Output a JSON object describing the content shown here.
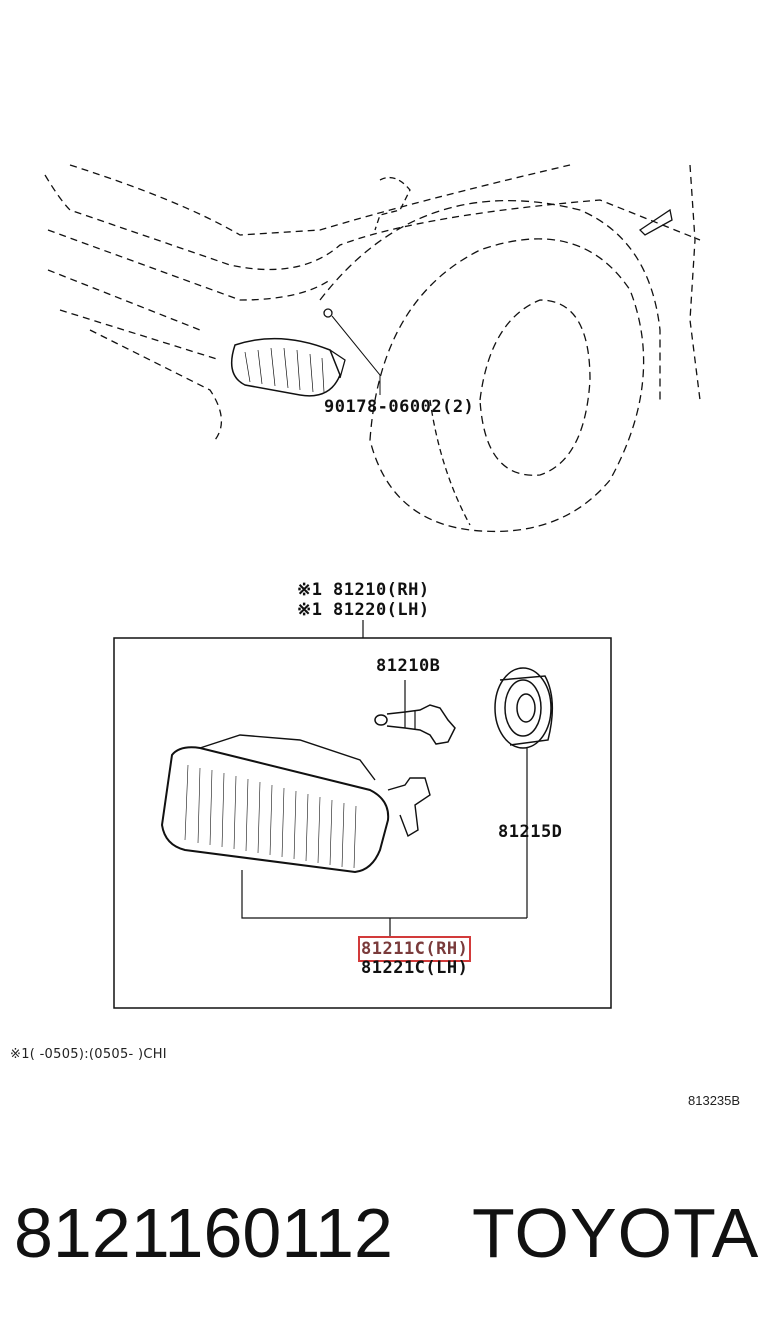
{
  "callouts": {
    "bolt": "90178-06002(2)",
    "assy_mark": "※1",
    "assy_rh": "81210(RH)",
    "assy_lh": "81220(LH)",
    "bulb": "81210B",
    "socket": "81215D",
    "lens_rh": "81211C(RH)",
    "lens_lh": "81221C(LH)"
  },
  "footnote": "※1(     -0505):(0505-     )CHI",
  "illustration_code": "813235B",
  "part_number": "8121160112",
  "brand": "TOYOTA",
  "colors": {
    "highlight": "#d23a3a",
    "line": "#111111"
  }
}
